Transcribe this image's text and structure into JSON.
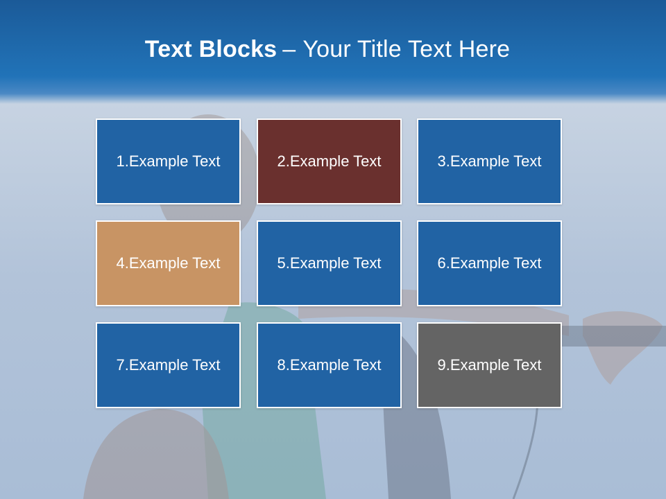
{
  "slide": {
    "title_bold": "Text Blocks",
    "title_dash": "–",
    "title_rest": "Your Title Text Here"
  },
  "blocks": [
    {
      "label": "1.Example Text",
      "color": "#2163a4"
    },
    {
      "label": "2.Example Text",
      "color": "#6a302e"
    },
    {
      "label": "3.Example Text",
      "color": "#2163a4"
    },
    {
      "label": "4.Example Text",
      "color": "#c89464"
    },
    {
      "label": "5.Example Text",
      "color": "#2163a4"
    },
    {
      "label": "6.Example Text",
      "color": "#2163a4"
    },
    {
      "label": "7.Example Text",
      "color": "#2163a4"
    },
    {
      "label": "8.Example Text",
      "color": "#2163a4"
    },
    {
      "label": "9.Example Text",
      "color": "#646464"
    }
  ]
}
